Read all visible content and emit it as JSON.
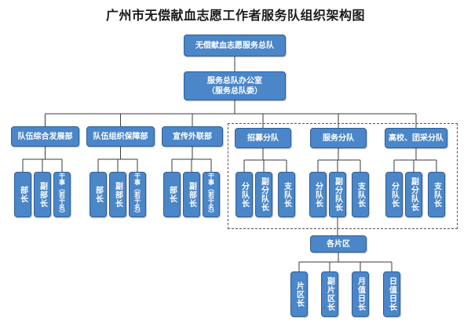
{
  "title": "广州市无偿献血志愿工作者服务队组织架构图",
  "colors": {
    "box_fill": "#4a86c8",
    "box_border": "#2f5f96",
    "connector": "#3b3b3b",
    "text": "#ffffff"
  },
  "nodes": {
    "general": "无偿献血志愿服务总队",
    "office": "服务总队办公室\n（服务总队委）",
    "dev": "队伍综合发展部",
    "support": "队伍组织保障部",
    "pr": "宣传外联部",
    "recruit": "招募分队",
    "service": "服务分队",
    "campus": "高校、团采分队",
    "area": "各片区",
    "dev_head": "部长",
    "dev_deputy": "副部长",
    "dev_staff": "干事（若干名）",
    "support_head": "部长",
    "support_deputy": "副部长",
    "support_staff": "干事（若干名）",
    "pr_head": "部长",
    "pr_deputy": "副部长",
    "pr_staff": "干事（若干名）",
    "recruit_head": "分队长",
    "recruit_deputy": "副分队长",
    "recruit_branch": "支队长",
    "service_head": "分队长",
    "service_deputy": "副分队长",
    "service_branch": "支队长",
    "campus_head": "分队长",
    "campus_deputy": "副分队长",
    "campus_branch": "支队长",
    "area_head": "片区长",
    "area_deputy": "副片区长",
    "area_monthly": "月值日长",
    "area_daily": "日值日长"
  }
}
